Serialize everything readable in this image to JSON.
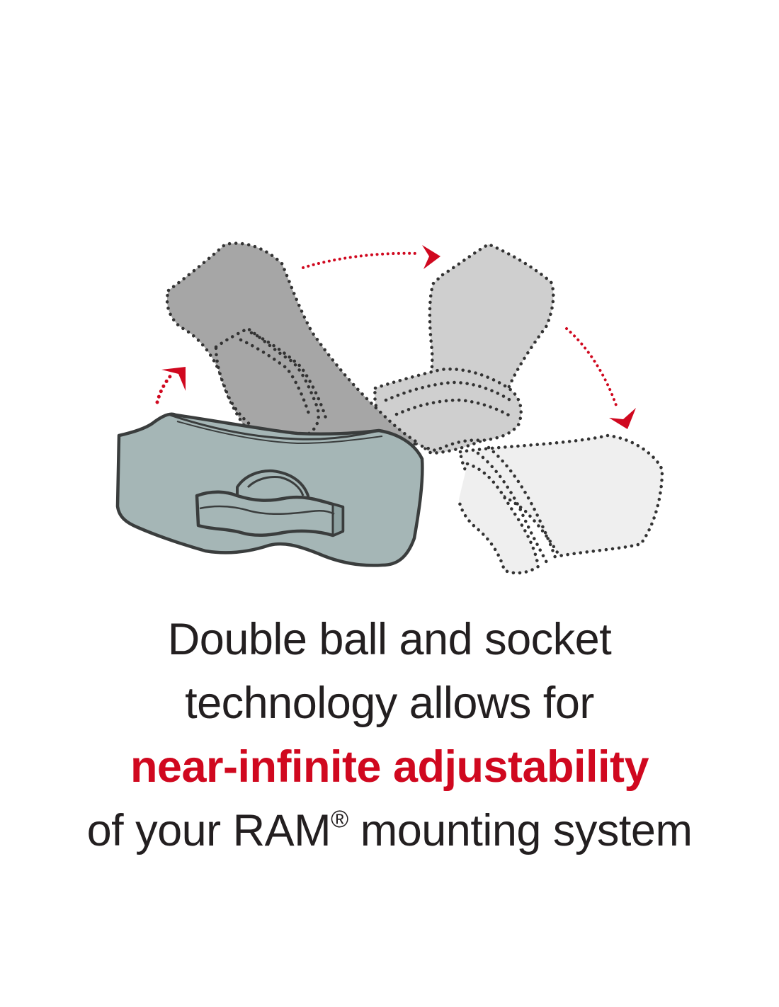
{
  "caption": {
    "line1": "Double ball and socket",
    "line2": "technology allows for",
    "highlight": "near-infinite adjustability",
    "line4_prefix": "of your RAM",
    "registered_mark": "®",
    "line4_suffix": " mounting system"
  },
  "colors": {
    "text": "#231f20",
    "highlight": "#d0081f",
    "arrow": "#d0081f",
    "socket_fill": "#a5b6b6",
    "socket_outline": "#3a3d3d",
    "ghost_dark": "#a6a6a6",
    "ghost_mid": "#cfcfcf",
    "ghost_light": "#efefef"
  },
  "illustration": {
    "subject": "double-socket-arm",
    "motion_arrows": [
      "arrow-up-right",
      "arrow-right",
      "arrow-down-right"
    ]
  }
}
